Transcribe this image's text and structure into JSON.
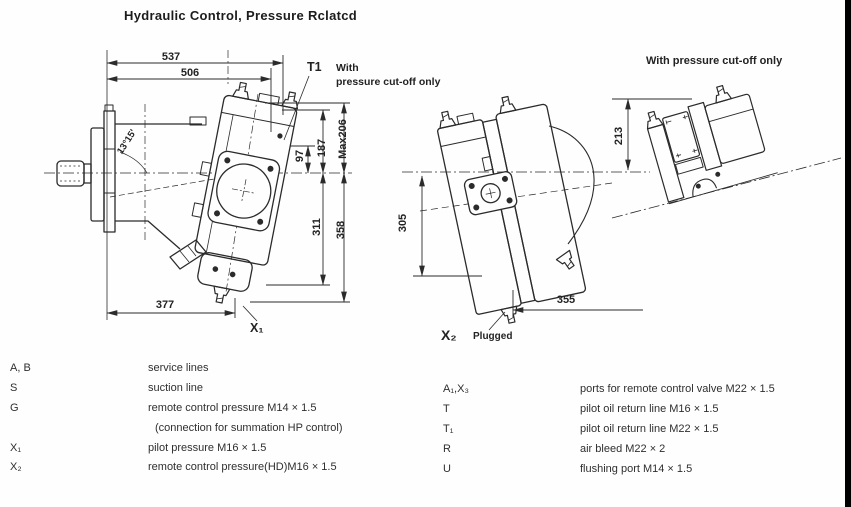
{
  "title": "Hydraulic Control, Pressure Rclatcd",
  "side_view": {
    "dim_537": "537",
    "dim_506": "506",
    "dim_377": "377",
    "dim_97": "97",
    "dim_187": "187",
    "dim_max206": "Max206",
    "dim_311": "311",
    "dim_358": "358",
    "angle": "13°15'",
    "port_t1": "T1",
    "t1_note_line1": "With",
    "t1_note_line2": "pressure cut-off only",
    "port_x1": "X₁"
  },
  "front_view": {
    "dim_305": "305",
    "dim_355": "355",
    "port_x2": "X₂",
    "x2_note": "Plugged"
  },
  "top_view": {
    "caption": "With pressure cut-off only",
    "dim_213": "213"
  },
  "legend_left": [
    {
      "key": "A, B",
      "desc": "service lines"
    },
    {
      "key": "S",
      "desc": "suction line"
    },
    {
      "key": "G",
      "desc": "remote control pressure M14 × 1.5"
    },
    {
      "key": "",
      "desc": "(connection for summation HP control)"
    },
    {
      "key": "X₁",
      "desc": "pilot pressure M16 × 1.5"
    },
    {
      "key": "X₂",
      "desc": "remote control pressure(HD)M16 × 1.5"
    }
  ],
  "legend_right": [
    {
      "key": "A₁,X₃",
      "desc": "ports for remote control valve M22 × 1.5"
    },
    {
      "key": "T",
      "desc": "pilot oil return line M16 × 1.5"
    },
    {
      "key": "T₁",
      "desc": "pilot oil return line M22 × 1.5"
    },
    {
      "key": "R",
      "desc": "air bleed M22 × 2"
    },
    {
      "key": "U",
      "desc": "flushing port M14 × 1.5"
    }
  ],
  "colors": {
    "line": "#2b2b2b",
    "text": "#2f2f2f",
    "background": "#ffffff",
    "border": "#000000"
  }
}
